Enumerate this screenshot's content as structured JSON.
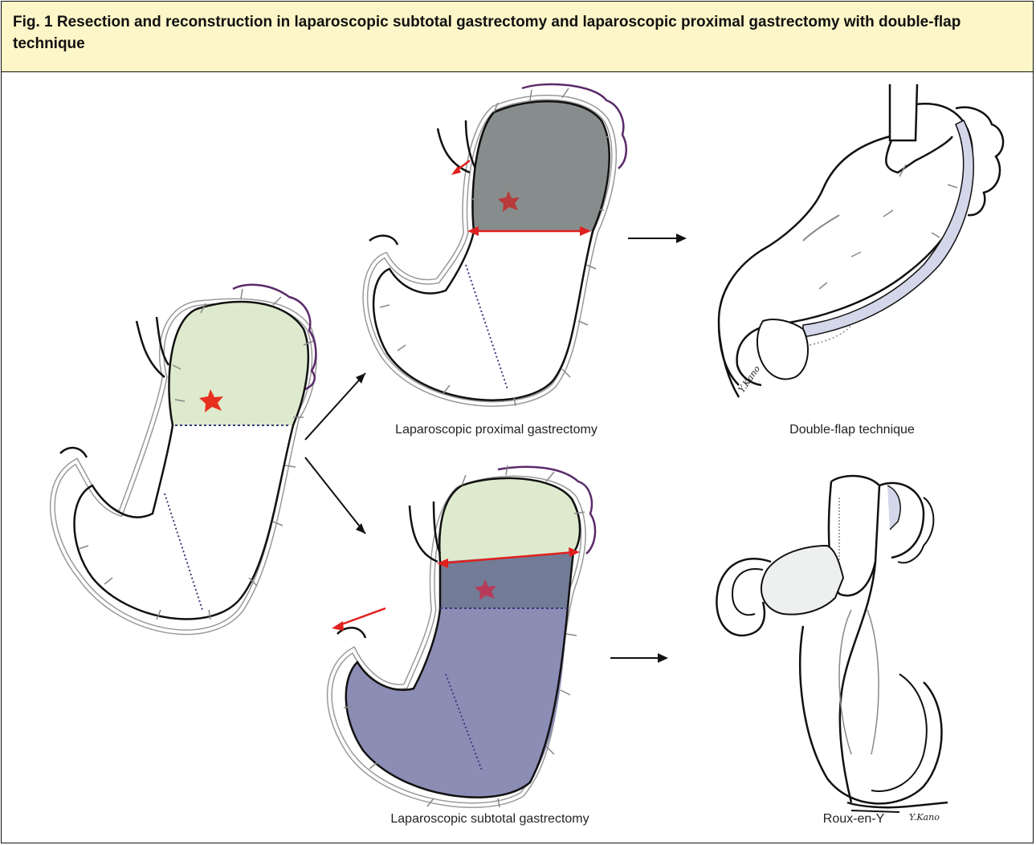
{
  "figure": {
    "caption": "Fig. 1 Resection and reconstruction in laparoscopic subtotal gastrectomy and laparoscopic proximal gastrectomy with double-flap technique"
  },
  "panels": {
    "proximal": {
      "label": "Laparoscopic proximal gastrectomy"
    },
    "double_flap": {
      "label": "Double-flap technique",
      "signature": "Y.Kano"
    },
    "subtotal": {
      "label": "Laparoscopic subtotal gastrectomy"
    },
    "roux": {
      "label": "Roux-en-Y",
      "signature": "Y.Kano"
    }
  },
  "colors": {
    "upper_stomach": "#deeacd",
    "resected_region": "#878c8c",
    "subtotal_resected": "#8c8db5",
    "overlap_resected": "#727c96",
    "tumor": "#e83020",
    "cut_line": "#e02020",
    "omentum": "#5a2a6a",
    "flap": "#d4d6ea"
  }
}
